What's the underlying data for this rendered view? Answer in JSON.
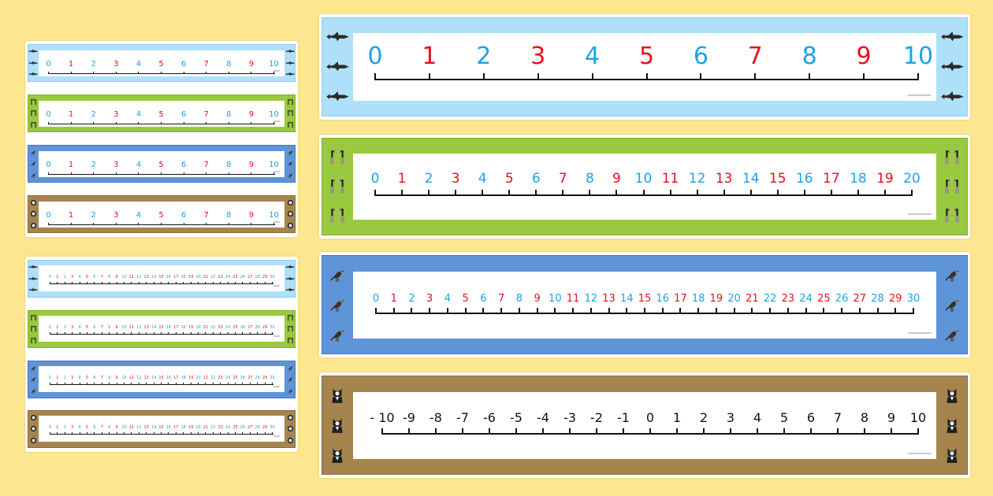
{
  "colors": {
    "background": "#fce68f",
    "number_blue": "#1aa3e8",
    "number_red": "#e8101e",
    "number_black": "#111111",
    "theme_shark": "#aee0fa",
    "theme_shark_border": "#a9dcf7",
    "theme_grass": "#99c93e",
    "theme_blue": "#5e94d8",
    "theme_brown": "#a6844d"
  },
  "thumbnails": {
    "card_1": {
      "label": "Number lines 0-10 thumbnails",
      "strips": [
        {
          "theme": "shark",
          "icon": "shark-icon",
          "range": [
            0,
            10
          ]
        },
        {
          "theme": "grass",
          "icon": "goalpost-icon",
          "range": [
            0,
            10
          ]
        },
        {
          "theme": "blue",
          "icon": "bird-icon",
          "range": [
            0,
            10
          ]
        },
        {
          "theme": "brown",
          "icon": "cat-icon",
          "range": [
            0,
            10
          ]
        }
      ]
    },
    "card_2": {
      "label": "Number lines 0-30 thumbnails",
      "strips": [
        {
          "theme": "shark",
          "icon": "shark-icon",
          "range": [
            0,
            30
          ]
        },
        {
          "theme": "grass",
          "icon": "goalpost-icon",
          "range": [
            0,
            30
          ]
        },
        {
          "theme": "blue",
          "icon": "bird-icon",
          "range": [
            0,
            30
          ]
        },
        {
          "theme": "brown",
          "icon": "cat-icon",
          "range": [
            0,
            30
          ]
        }
      ]
    }
  },
  "number_lines": [
    {
      "name": "number-line-0-to-10",
      "theme": "shark",
      "icon": "shark-icon",
      "start": 0,
      "end": 10,
      "labels": [
        "0",
        "1",
        "2",
        "3",
        "4",
        "5",
        "6",
        "7",
        "8",
        "9",
        "10"
      ],
      "coloring": "alternating blue/red"
    },
    {
      "name": "number-line-0-to-20",
      "theme": "grass",
      "icon": "goalpost-icon",
      "start": 0,
      "end": 20,
      "labels": [
        "0",
        "1",
        "2",
        "3",
        "4",
        "5",
        "6",
        "7",
        "8",
        "9",
        "10",
        "11",
        "12",
        "13",
        "14",
        "15",
        "16",
        "17",
        "18",
        "19",
        "20"
      ],
      "coloring": "alternating blue/red"
    },
    {
      "name": "number-line-0-to-30",
      "theme": "blue",
      "icon": "bird-icon",
      "start": 0,
      "end": 30,
      "labels": [
        "0",
        "1",
        "2",
        "3",
        "4",
        "5",
        "6",
        "7",
        "8",
        "9",
        "10",
        "11",
        "12",
        "13",
        "14",
        "15",
        "16",
        "17",
        "18",
        "19",
        "20",
        "21",
        "22",
        "23",
        "24",
        "25",
        "26",
        "27",
        "28",
        "29",
        "30"
      ],
      "coloring": "alternating blue/red"
    },
    {
      "name": "number-line-minus-10-to-10",
      "theme": "brown",
      "icon": "cat-icon",
      "start": -10,
      "end": 10,
      "labels": [
        "- 10",
        "-9",
        "-8",
        "-7",
        "-6",
        "-5",
        "-4",
        "-3",
        "-2",
        "-1",
        "0",
        "1",
        "2",
        "3",
        "4",
        "5",
        "6",
        "7",
        "8",
        "9",
        "10"
      ],
      "coloring": "black"
    }
  ]
}
